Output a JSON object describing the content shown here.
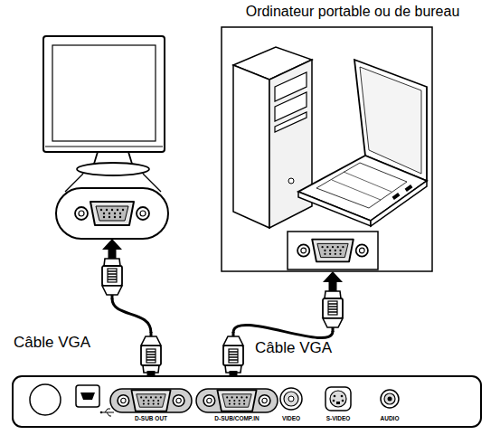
{
  "diagram": {
    "nodes": [
      {
        "text": [
          "Ordinateur portable ou de bureau"
        ]
      }
    ],
    "labels": [
      "Câble VGA",
      "Câble VGA",
      "D-SUB OUT",
      "D-SUB/COMP.IN",
      "VIDEO",
      "S-VIDEO",
      "AUDIO"
    ]
  }
}
